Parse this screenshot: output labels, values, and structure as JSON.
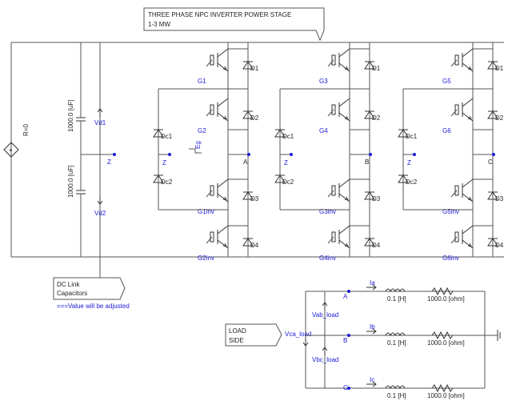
{
  "title_box": {
    "line1": "THREE PHASE NPC INVERTER POWER STAGE",
    "line2": "1-3 MW"
  },
  "dc_source": {
    "label": "R=0",
    "symbol": "+"
  },
  "capacitors": {
    "top_value": "1000.0 [uF]",
    "bottom_value": "1000.0 [uF]",
    "top_meter": "Vd1",
    "bottom_meter": "Vd2"
  },
  "neutral_label": "Z",
  "ground_label": "Eg",
  "phases": [
    {
      "name": "A",
      "gates": [
        "G1",
        "G2",
        "G1inv",
        "G2inv"
      ]
    },
    {
      "name": "B",
      "gates": [
        "G3",
        "G4",
        "G3inv",
        "G4inv"
      ]
    },
    {
      "name": "C",
      "gates": [
        "G5",
        "G6",
        "G5inv",
        "G6inv"
      ]
    }
  ],
  "device_labels": {
    "diode": "D",
    "clamp": "Dc"
  },
  "dc_link_note": {
    "line1": "DC Link",
    "line2": "Capacitors",
    "adjust": "===Value will be adjusted"
  },
  "load_note": {
    "line1": "LOAD",
    "line2": "SIDE"
  },
  "load": {
    "vca": "Vca_load",
    "vab": "Vab_load",
    "vbc": "Vbc_load",
    "nodes": [
      "A",
      "B",
      "C"
    ],
    "currents": [
      "Ia",
      "Ib",
      "Ic"
    ],
    "inductance": "0.1 [H]",
    "resistance": "1000.0 [ohm]"
  }
}
